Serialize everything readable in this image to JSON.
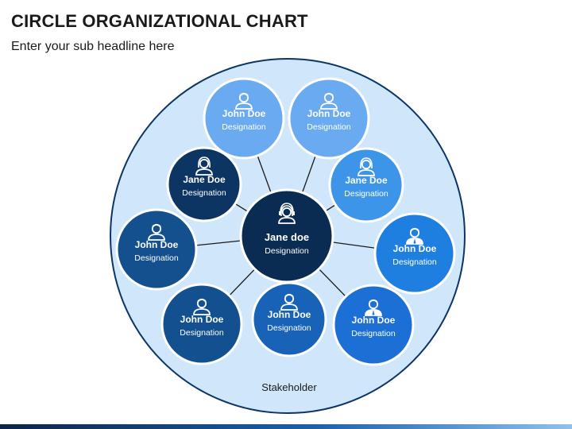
{
  "header": {
    "title": "CIRCLE ORGANIZATIONAL CHART",
    "subtitle": "Enter your sub headline here"
  },
  "diagram": {
    "outer_label": "Stakeholder",
    "center": {
      "name": "Jane doe",
      "designation": "Designation",
      "color": "#0b2c52",
      "icon": "female-headset-icon"
    },
    "nodes": [
      {
        "id": "top-left",
        "name": "John Doe",
        "designation": "Designation",
        "color": "#6aaaf0",
        "icon": "male-user-icon"
      },
      {
        "id": "top-right",
        "name": "John Doe",
        "designation": "Designation",
        "color": "#6aaaf0",
        "icon": "male-user-icon"
      },
      {
        "id": "upper-right",
        "name": "Jane Doe",
        "designation": "Designation",
        "color": "#3d95ea",
        "icon": "female-user-icon"
      },
      {
        "id": "right",
        "name": "John Doe",
        "designation": "Designation",
        "color": "#1f7fe0",
        "icon": "male-tie-user-icon"
      },
      {
        "id": "lower-right",
        "name": "John Doe",
        "designation": "Designation",
        "color": "#1c6fd4",
        "icon": "male-tie-user-icon"
      },
      {
        "id": "bottom",
        "name": "John Doe",
        "designation": "Designation",
        "color": "#1862b8",
        "icon": "male-user-icon"
      },
      {
        "id": "lower-left",
        "name": "John Doe",
        "designation": "Designation",
        "color": "#13508f",
        "icon": "male-user-icon"
      },
      {
        "id": "left",
        "name": "John Doe",
        "designation": "Designation",
        "color": "#14508d",
        "icon": "male-user-icon"
      },
      {
        "id": "upper-left",
        "name": "Jane Doe",
        "designation": "Designation",
        "color": "#0d3563",
        "icon": "female-user-icon"
      }
    ],
    "outer_fill": "#cfe6fb",
    "outer_stroke": "#0b3566"
  }
}
